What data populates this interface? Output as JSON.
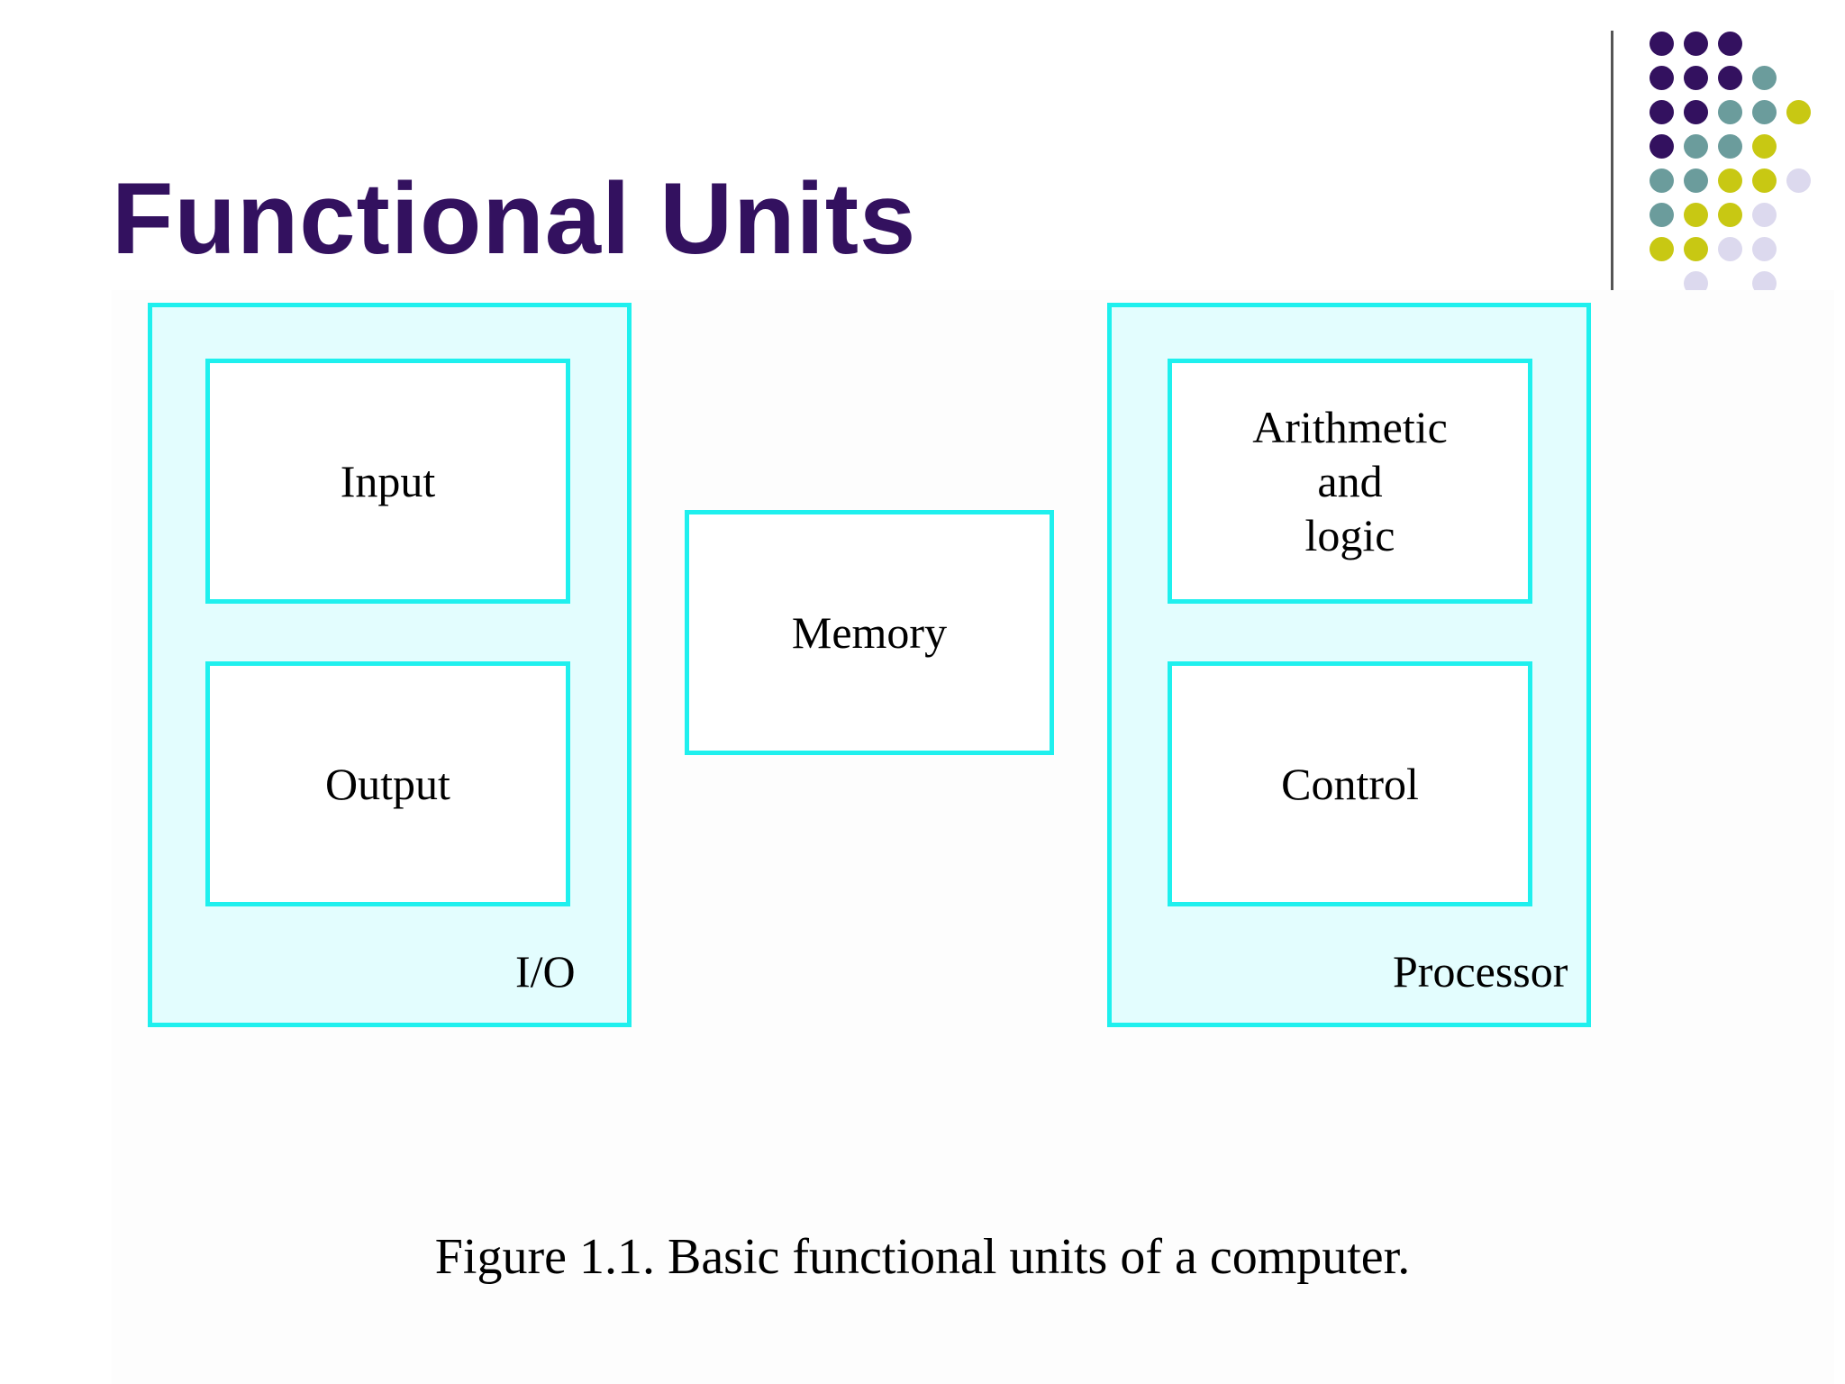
{
  "slide": {
    "title": "Functional Units"
  },
  "decoration": {
    "dot_colors": {
      "purple": "#33115f",
      "teal": "#6b9c9c",
      "olive": "#c8c813",
      "lavender": "#dcd9ee"
    },
    "accent_line_color": "#555555"
  },
  "diagram": {
    "border_color": "#1ff0ee",
    "group_fill": "#e3fdfe",
    "io_group": {
      "label": "I/O",
      "units": [
        "Input",
        "Output"
      ]
    },
    "memory": {
      "label": "Memory"
    },
    "processor_group": {
      "label": "Processor",
      "units": [
        "Arithmetic\nand\nlogic",
        "Control"
      ]
    }
  },
  "caption": "Figure 1.1.  Basic functional units of a computer."
}
